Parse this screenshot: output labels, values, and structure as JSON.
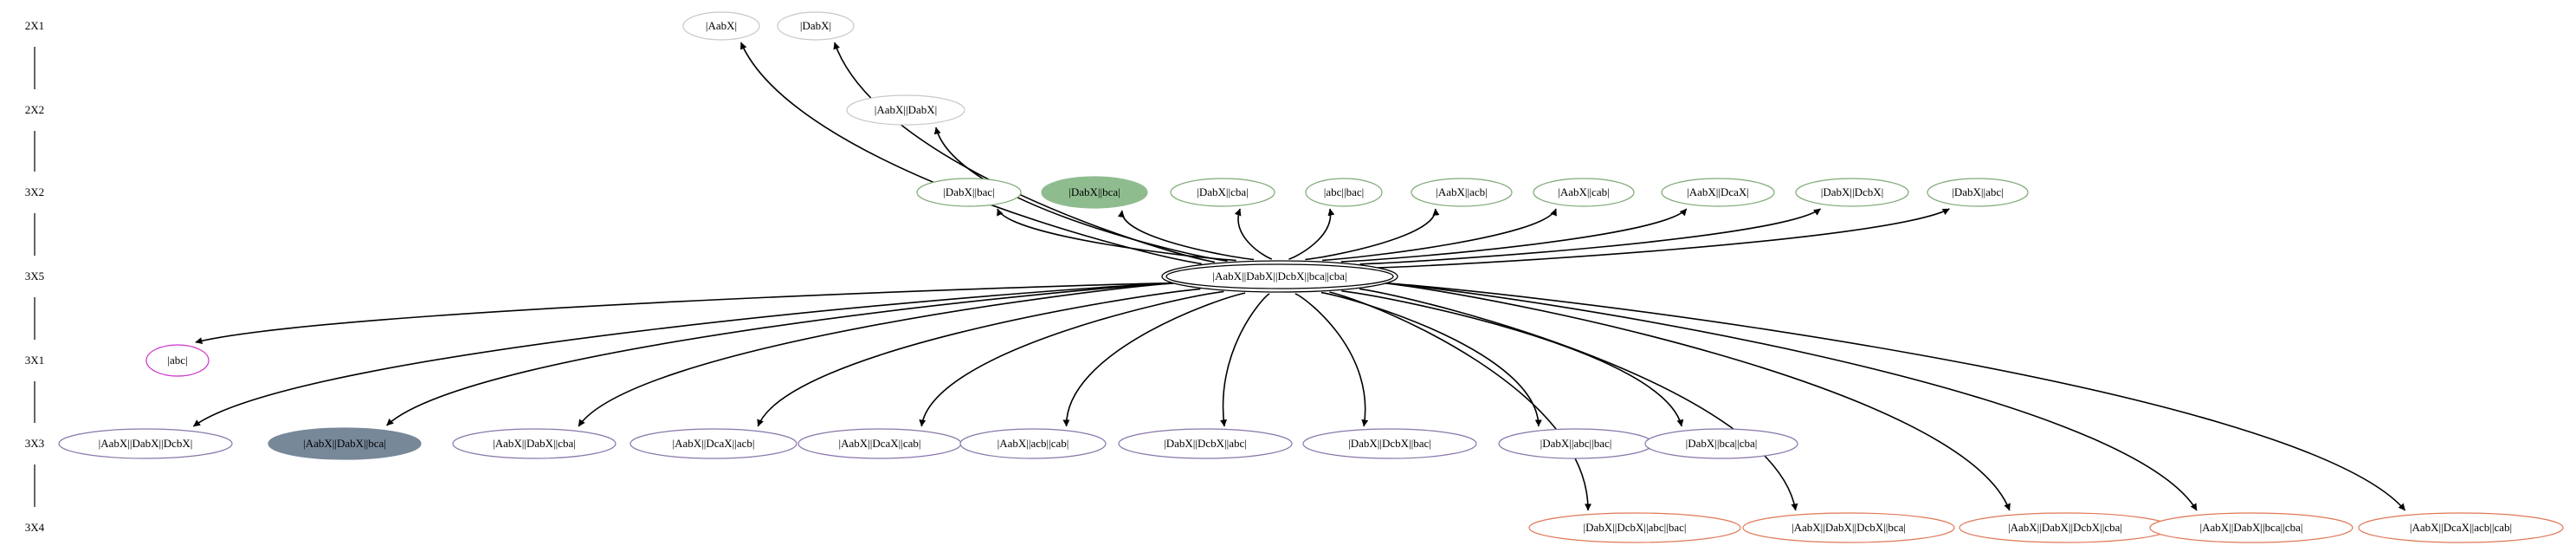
{
  "ranks": [
    {
      "id": "r1",
      "label": "2X1"
    },
    {
      "id": "r2",
      "label": "2X2"
    },
    {
      "id": "r3",
      "label": "3X2"
    },
    {
      "id": "r4",
      "label": "3X5"
    },
    {
      "id": "r5",
      "label": "3X1"
    },
    {
      "id": "r6",
      "label": "3X3"
    },
    {
      "id": "r7",
      "label": "3X4"
    }
  ],
  "colors": {
    "plain": "#c8c8c8",
    "green": "#7fa877",
    "green_fill": "#8fbc8f",
    "magenta": "#cc33cc",
    "purple": "#8877aa",
    "slate_fill": "#778899",
    "red": "#e07858",
    "edge": "#000000"
  },
  "center": {
    "id": "c",
    "label": "|AabX||DabX||DcbX||bca||cba|"
  },
  "nodes": [
    {
      "id": "n1",
      "rank": "r1",
      "label": "|AabX|",
      "style": "plain"
    },
    {
      "id": "n2",
      "rank": "r1",
      "label": "|DabX|",
      "style": "plain"
    },
    {
      "id": "n3",
      "rank": "r2",
      "label": "|AabX||DabX|",
      "style": "plain"
    },
    {
      "id": "n4",
      "rank": "r3",
      "label": "|DabX||bac|",
      "style": "green"
    },
    {
      "id": "n5",
      "rank": "r3",
      "label": "|DabX||bca|",
      "style": "green-filled"
    },
    {
      "id": "n6",
      "rank": "r3",
      "label": "|DabX||cba|",
      "style": "green"
    },
    {
      "id": "n7",
      "rank": "r3",
      "label": "|abc||bac|",
      "style": "green"
    },
    {
      "id": "n8",
      "rank": "r3",
      "label": "|AabX||acb|",
      "style": "green"
    },
    {
      "id": "n9",
      "rank": "r3",
      "label": "|AabX||cab|",
      "style": "green"
    },
    {
      "id": "n10",
      "rank": "r3",
      "label": "|AabX||DcaX|",
      "style": "green"
    },
    {
      "id": "n11",
      "rank": "r3",
      "label": "|DabX||DcbX|",
      "style": "green"
    },
    {
      "id": "n12",
      "rank": "r3",
      "label": "|DabX||abc|",
      "style": "green"
    },
    {
      "id": "n13",
      "rank": "r5",
      "label": "|abc|",
      "style": "magenta"
    },
    {
      "id": "n14",
      "rank": "r6",
      "label": "|AabX||DabX||DcbX|",
      "style": "purple"
    },
    {
      "id": "n15",
      "rank": "r6",
      "label": "|AabX||DabX||bca|",
      "style": "slate-filled"
    },
    {
      "id": "n16",
      "rank": "r6",
      "label": "|AabX||DabX||cba|",
      "style": "purple"
    },
    {
      "id": "n17",
      "rank": "r6",
      "label": "|AabX||DcaX||acb|",
      "style": "purple"
    },
    {
      "id": "n18",
      "rank": "r6",
      "label": "|AabX||DcaX||cab|",
      "style": "purple"
    },
    {
      "id": "n19",
      "rank": "r6",
      "label": "|AabX||acb||cab|",
      "style": "purple"
    },
    {
      "id": "n20",
      "rank": "r6",
      "label": "|DabX||DcbX||abc|",
      "style": "purple"
    },
    {
      "id": "n21",
      "rank": "r6",
      "label": "|DabX||DcbX||bac|",
      "style": "purple"
    },
    {
      "id": "n22",
      "rank": "r6",
      "label": "|DabX||abc||bac|",
      "style": "purple"
    },
    {
      "id": "n23",
      "rank": "r6",
      "label": "|DabX||bca||cba|",
      "style": "purple"
    },
    {
      "id": "n24",
      "rank": "r7",
      "label": "|DabX||DcbX||abc||bac|",
      "style": "red"
    },
    {
      "id": "n25",
      "rank": "r7",
      "label": "|AabX||DabX||DcbX||bca|",
      "style": "red"
    },
    {
      "id": "n26",
      "rank": "r7",
      "label": "|AabX||DabX||DcbX||cba|",
      "style": "red"
    },
    {
      "id": "n27",
      "rank": "r7",
      "label": "|AabX||DabX||bca||cba|",
      "style": "red"
    },
    {
      "id": "n28",
      "rank": "r7",
      "label": "|AabX||DcaX||acb||cab|",
      "style": "red"
    }
  ],
  "edges": [
    {
      "from": "c",
      "to": "n1"
    },
    {
      "from": "c",
      "to": "n2"
    },
    {
      "from": "c",
      "to": "n3"
    },
    {
      "from": "c",
      "to": "n4"
    },
    {
      "from": "c",
      "to": "n5"
    },
    {
      "from": "c",
      "to": "n6"
    },
    {
      "from": "c",
      "to": "n7"
    },
    {
      "from": "c",
      "to": "n8"
    },
    {
      "from": "c",
      "to": "n9"
    },
    {
      "from": "c",
      "to": "n10"
    },
    {
      "from": "c",
      "to": "n11"
    },
    {
      "from": "c",
      "to": "n12"
    },
    {
      "from": "c",
      "to": "n13"
    },
    {
      "from": "c",
      "to": "n14"
    },
    {
      "from": "c",
      "to": "n15"
    },
    {
      "from": "c",
      "to": "n16"
    },
    {
      "from": "c",
      "to": "n17"
    },
    {
      "from": "c",
      "to": "n18"
    },
    {
      "from": "c",
      "to": "n19"
    },
    {
      "from": "c",
      "to": "n20"
    },
    {
      "from": "c",
      "to": "n21"
    },
    {
      "from": "c",
      "to": "n22"
    },
    {
      "from": "c",
      "to": "n23"
    },
    {
      "from": "c",
      "to": "n24"
    },
    {
      "from": "c",
      "to": "n25"
    },
    {
      "from": "c",
      "to": "n26"
    },
    {
      "from": "c",
      "to": "n27"
    },
    {
      "from": "c",
      "to": "n28"
    }
  ]
}
